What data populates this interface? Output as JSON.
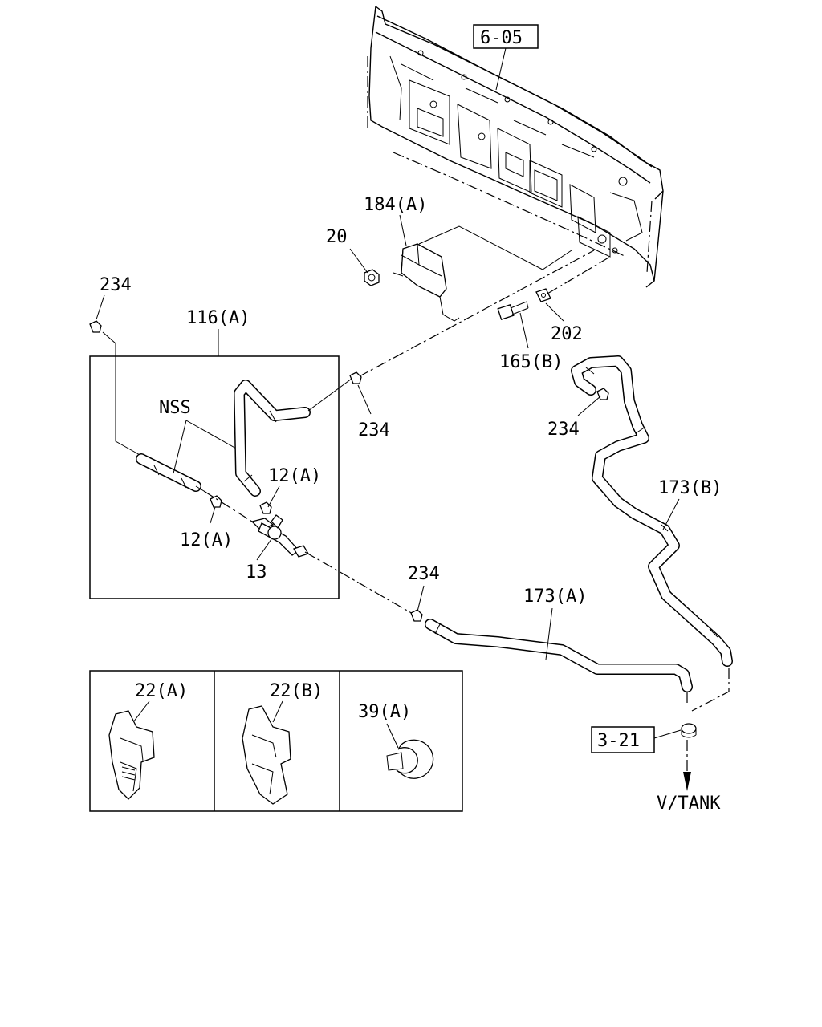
{
  "labels": {
    "ref_605": "6-05",
    "ref_321": "3-21",
    "p184a": "184(A)",
    "p20": "20",
    "p234_a": "234",
    "p116a": "116(A)",
    "pNSS": "NSS",
    "p12a_a": "12(A)",
    "p12a_b": "12(A)",
    "p13": "13",
    "p234_b": "234",
    "p165b": "165(B)",
    "p202": "202",
    "p234_c": "234",
    "p234_d": "234",
    "p173b": "173(B)",
    "p173a": "173(A)",
    "p22a": "22(A)",
    "p22b": "22(B)",
    "p39a": "39(A)",
    "vtank": "V/TANK"
  },
  "icons": {
    "panel": "dash-panel-drawing",
    "bracket": "hose-bracket-drawing",
    "nut": "flange-nut-drawing",
    "bolt": "bolt-drawing",
    "washer": "square-washer-drawing",
    "clip": "hose-clip-drawing",
    "connector": "three-way-connector-drawing",
    "clamp": "hose-clamp-drawing",
    "arrow": "down-arrow"
  }
}
